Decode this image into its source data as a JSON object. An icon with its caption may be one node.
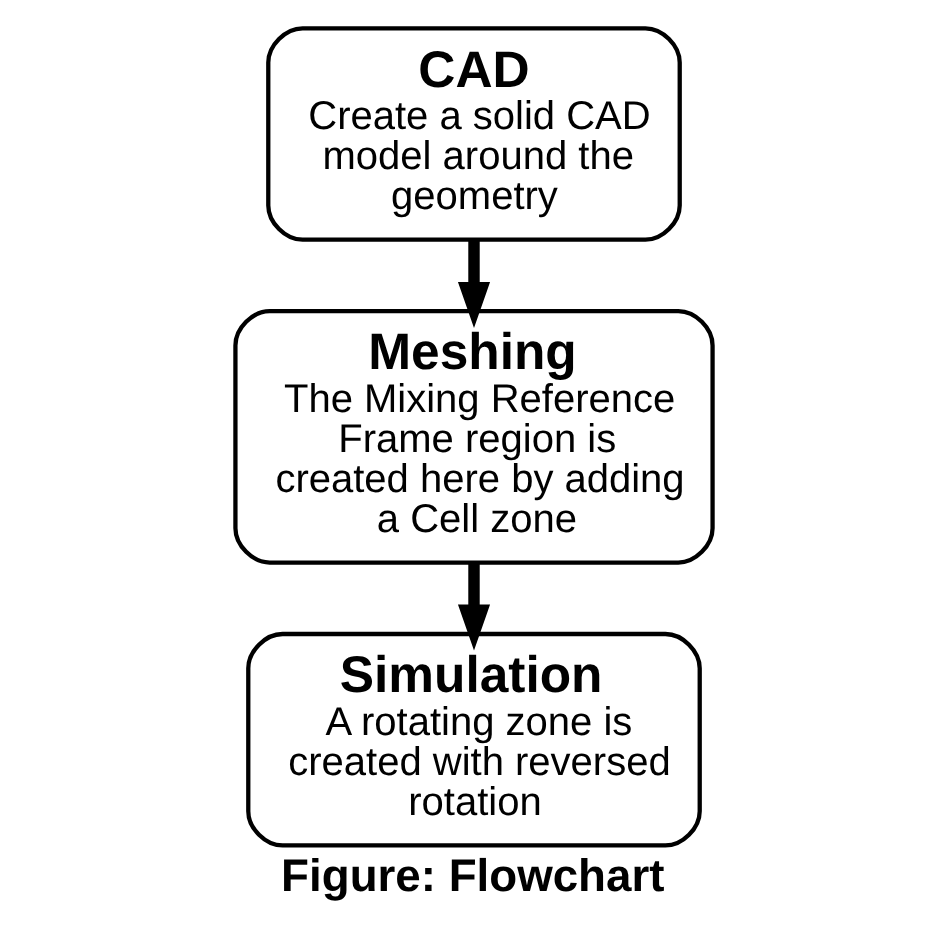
{
  "diagram": {
    "caption": "Figure: Flowchart",
    "nodes": [
      {
        "text": [
          "CAD",
          "Create a solid CAD model around the geometry"
        ]
      },
      {
        "text": [
          "Meshing",
          "The Mixing Reference Frame region is created here by adding a Cell zone"
        ]
      },
      {
        "text": [
          "Simulation",
          "A rotating zone is created with reversed rotation"
        ]
      }
    ],
    "edges": [
      {
        "from": 0,
        "to": 1,
        "arrow": "to"
      },
      {
        "from": 1,
        "to": 2,
        "arrow": "to"
      }
    ]
  }
}
